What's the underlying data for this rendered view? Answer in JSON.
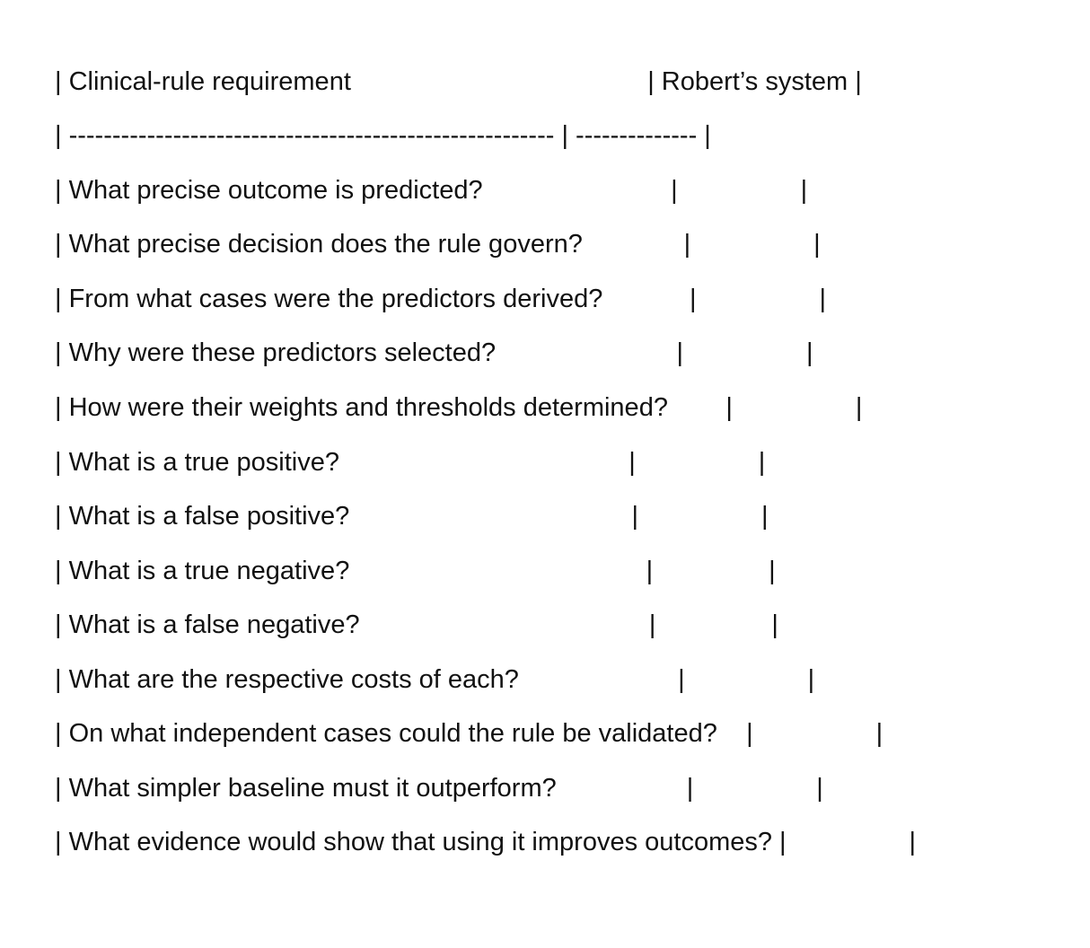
{
  "table": {
    "header": "| Clinical-rule requirement                                         | Robert’s system |",
    "separator": "| -------------------------------------------------------- | -------------- |",
    "rows": [
      "| What precise outcome is predicted?                          |                 |",
      "| What precise decision does the rule govern?              |                 |",
      "| From what cases were the predictors derived?            |                 |",
      "| Why were these predictors selected?                         |                 |",
      "| How were their weights and thresholds determined?        |                 |",
      "| What is a true positive?                                        |                 |",
      "| What is a false positive?                                       |                 |",
      "| What is a true negative?                                         |                |",
      "| What is a false negative?                                        |                |",
      "| What are the respective costs of each?                      |                 |",
      "| On what independent cases could the rule be validated?    |                 |",
      "| What simpler baseline must it outperform?                  |                 |",
      "| What evidence would show that using it improves outcomes? |                 |"
    ]
  }
}
